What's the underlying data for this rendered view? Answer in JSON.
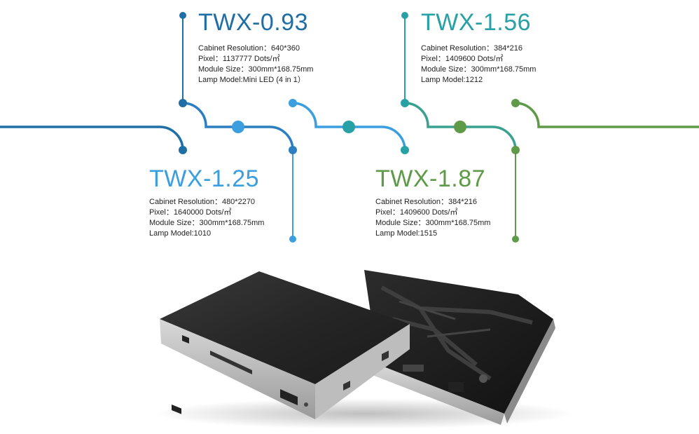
{
  "colors": {
    "dark_blue": "#1f6fa6",
    "light_blue": "#3b9ede",
    "teal": "#27a0a6",
    "green": "#5f9a48"
  },
  "models": {
    "twx093": {
      "name": "TWX-0.93",
      "specs": [
        "Cabinet Resolution：640*360",
        "Pixel：1137777 Dots/㎡",
        "Module Size：300mm*168.75mm",
        "Lamp Model:Mini LED (4 in 1）"
      ]
    },
    "twx125": {
      "name": "TWX-1.25",
      "specs": [
        "Cabinet Resolution：480*2270",
        "Pixel：1640000 Dots/㎡",
        "Module Size：300mm*168.75mm",
        "Lamp Model:1010"
      ]
    },
    "twx156": {
      "name": "TWX-1.56",
      "specs": [
        "Cabinet Resolution：384*216",
        "Pixel：1409600 Dots/㎡",
        "Module Size：300mm*168.75mm",
        "Lamp Model:1212"
      ]
    },
    "twx187": {
      "name": "TWX-1.87",
      "specs": [
        "Cabinet Resolution：384*216",
        "Pixel：1409600 Dots/㎡",
        "Module Size：300mm*168.75mm",
        "Lamp Model:1515"
      ]
    }
  }
}
